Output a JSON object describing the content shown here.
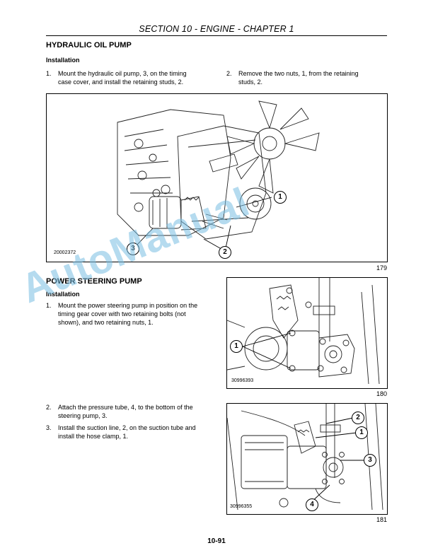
{
  "header": {
    "title": "SECTION 10 - ENGINE - CHAPTER 1"
  },
  "hydraulic": {
    "heading": "HYDRAULIC OIL PUMP",
    "subheading": "Installation",
    "steps": [
      {
        "num": "1.",
        "line1": "Mount the hydraulic oil pump, 3, on the timing",
        "line2": "case cover, and install the retaining studs, 2."
      },
      {
        "num": "2.",
        "line1": "Remove the two nuts, 1, from the retaining",
        "line2": "studs, 2."
      }
    ],
    "figure": {
      "id": "20002372",
      "number": "179",
      "callouts": [
        "1",
        "2",
        "3"
      ]
    }
  },
  "steering": {
    "heading": "POWER STEERING PUMP",
    "subheading": "Installation",
    "step1": {
      "num": "1.",
      "line1": "Mount the power steering pump in position on the",
      "line2": "timing gear cover with two retaining bolts (not",
      "line3": "shown), and two retaining nuts, 1."
    },
    "step2": {
      "num": "2.",
      "line1": "Attach the pressure tube, 4, to the bottom of the",
      "line2": "steering pump, 3."
    },
    "step3": {
      "num": "3.",
      "line1": "Install the suction line, 2, on the suction tube and",
      "line2": "install the hose clamp, 1."
    },
    "figure180": {
      "id": "30996393",
      "number": "180",
      "callouts": [
        "1"
      ]
    },
    "figure181": {
      "id": "30996355",
      "number": "181",
      "callouts": [
        "2",
        "1",
        "3",
        "4"
      ]
    }
  },
  "watermark": "AutoManual",
  "footer": {
    "page": "10-91"
  }
}
